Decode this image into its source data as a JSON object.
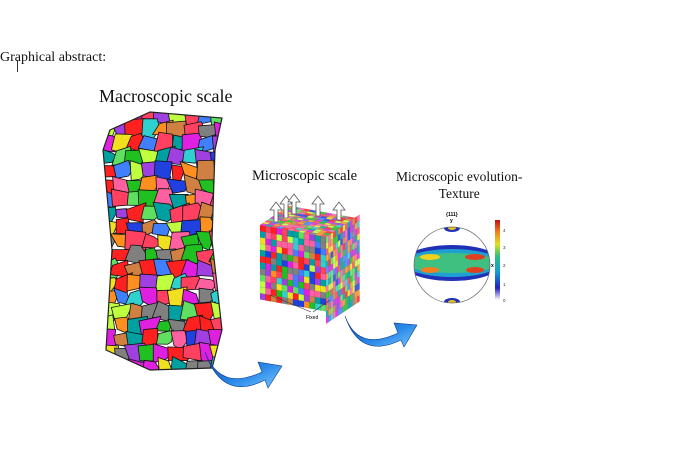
{
  "document": {
    "heading": "Graphical abstract:"
  },
  "figure": {
    "macro_label": "Macroscopic scale",
    "micro_label": "Microscopic scale",
    "evolution_label_line1": "Microscopic evolution-",
    "evolution_label_line2": "Texture",
    "fixed_label": "Fixed",
    "pole_figure": {
      "plane": "{111}",
      "y_axis": "y",
      "x_axis": "x"
    },
    "colorbar_ticks": [
      "4",
      "3",
      "2",
      "1",
      "0"
    ],
    "colors": {
      "arrow": "#1a6fd6"
    }
  }
}
